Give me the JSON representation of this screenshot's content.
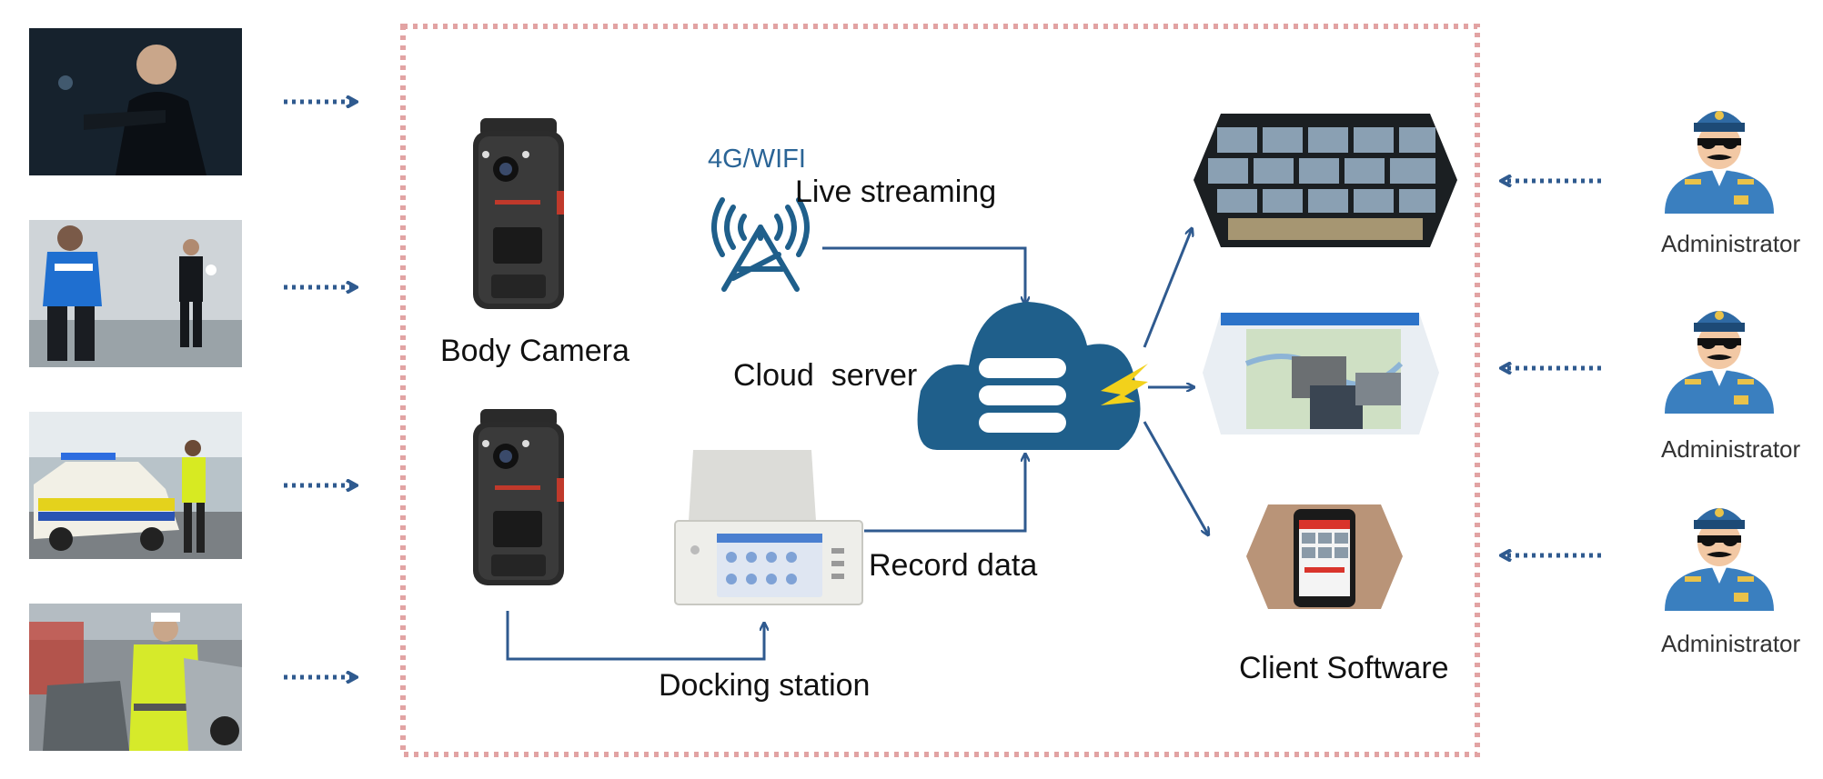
{
  "colors": {
    "arrow": "#2f5a8f",
    "border": "#e2a3a3",
    "cloud": "#1f5f8b",
    "bolt": "#f2d11b",
    "admin_uniform": "#3a7fbf"
  },
  "scenes": [
    {
      "icon": "officer-aiming-photo"
    },
    {
      "icon": "security-guards-photo"
    },
    {
      "icon": "police-car-officer-photo"
    },
    {
      "icon": "traffic-officer-photo"
    }
  ],
  "labels": {
    "body_camera": "Body Camera",
    "network": "4G/WIFI",
    "live_streaming": "Live streaming",
    "cloud_server": "Cloud  server",
    "record_data": "Record data",
    "docking_station": "Docking station",
    "client_software": "Client Software"
  },
  "administrators": [
    "Administrator",
    "Administrator",
    "Administrator"
  ]
}
